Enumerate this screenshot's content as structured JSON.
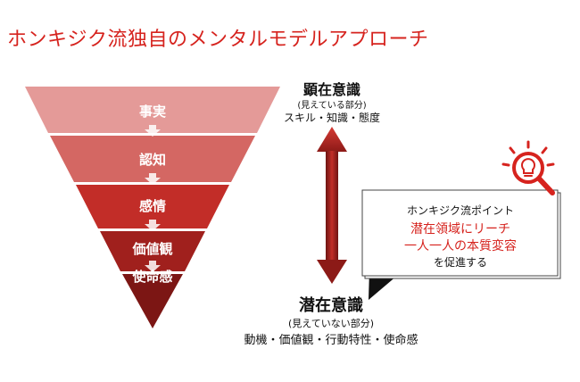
{
  "title": "ホンキジク流独自のメンタルモデルアプローチ",
  "pyramid": {
    "layers": [
      {
        "label": "事実",
        "color": "#e49a98"
      },
      {
        "label": "認知",
        "color": "#d46763"
      },
      {
        "label": "感情",
        "color": "#c22d28"
      },
      {
        "label": "価値観",
        "color": "#a0201d"
      },
      {
        "label": "使命感",
        "color": "#7c1614"
      }
    ]
  },
  "explicit": {
    "heading": "顕在意識",
    "sub": "(見えている部分)",
    "items": "スキル・知識・態度"
  },
  "latent": {
    "heading": "潜在意識",
    "sub": "(見えていない部分)",
    "items": "動機・価値観・行動特性・使命感"
  },
  "callout": {
    "line1": "ホンキジク流ポイント",
    "line2": "潜在領域にリーチ",
    "line3": "一人一人の本質変容",
    "line4": "を促進する"
  },
  "colors": {
    "accent": "#d6231e",
    "arrow": "#b52420"
  },
  "icons": {
    "callout": "lightbulb-magnifier-icon"
  }
}
